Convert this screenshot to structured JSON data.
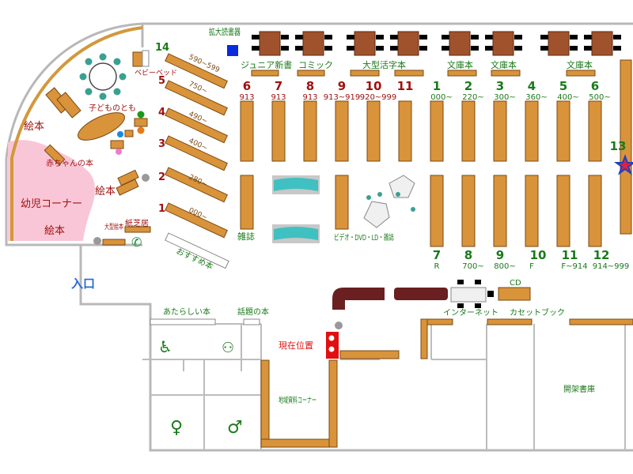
{
  "labels": {
    "large_reading": "拡大読書器",
    "junior_new": "ジュニア新書",
    "comic": "コミック",
    "large_print": "大型活字本",
    "bunko1": "文庫本",
    "bunko2": "文庫本",
    "bunko3": "文庫本",
    "baby_bed": "ベビーベッド",
    "kodomo": "子どものとも",
    "ehon1": "絵本",
    "akachan": "赤ちゃんの本",
    "ehon2": "絵本",
    "yoji": "幼児コーナー",
    "ehon3": "絵本",
    "ogata_ehon": "大型絵本",
    "kamishibai": "紙芝居",
    "osusume": "おすすめ本",
    "zasshi": "雑誌",
    "video": "ビデオ・DVD・LD・雑誌",
    "entrance": "入口",
    "atarashii": "あたらしい本",
    "wadai": "話題の本",
    "genzai": "現在位置",
    "internet": "インターネット",
    "cassette": "カセットブック",
    "cd": "CD",
    "kaika": "開架書庫",
    "chiiki": "地域資料コーナー"
  },
  "side_shelves": [
    {
      "num": "14",
      "range": "590~599"
    },
    {
      "num": "5",
      "range": "750~"
    },
    {
      "num": "4",
      "range": "490~"
    },
    {
      "num": "3",
      "range": "400~"
    },
    {
      "num": "2",
      "range": "280~"
    },
    {
      "num": "1",
      "range": "000~"
    }
  ],
  "top_red": [
    {
      "num": "6",
      "range": "913"
    },
    {
      "num": "7",
      "range": "913"
    },
    {
      "num": "8",
      "range": "913"
    },
    {
      "num": "9",
      "range": "913~919"
    },
    {
      "num": "10",
      "range": "920~999"
    },
    {
      "num": "11",
      "range": ""
    }
  ],
  "top_green": [
    {
      "num": "1",
      "range": "000~"
    },
    {
      "num": "2",
      "range": "220~"
    },
    {
      "num": "3",
      "range": "300~"
    },
    {
      "num": "4",
      "range": "360~"
    },
    {
      "num": "5",
      "range": "400~"
    },
    {
      "num": "6",
      "range": "500~"
    }
  ],
  "bottom_green": [
    {
      "num": "7",
      "range": "R"
    },
    {
      "num": "8",
      "range": "700~"
    },
    {
      "num": "9",
      "range": "800~"
    },
    {
      "num": "10",
      "range": "F"
    },
    {
      "num": "11",
      "range": "F~914"
    },
    {
      "num": "12",
      "range": "914~999"
    }
  ],
  "shelf13": "13",
  "colors": {
    "shelf": "#d9933a",
    "shelf_border": "#7a4a12",
    "red_text": "#a01010",
    "green_text": "#1a7a1a",
    "pink": "#f9c6d7",
    "table": "#a0522d",
    "entrance": "#2a6ad0"
  }
}
